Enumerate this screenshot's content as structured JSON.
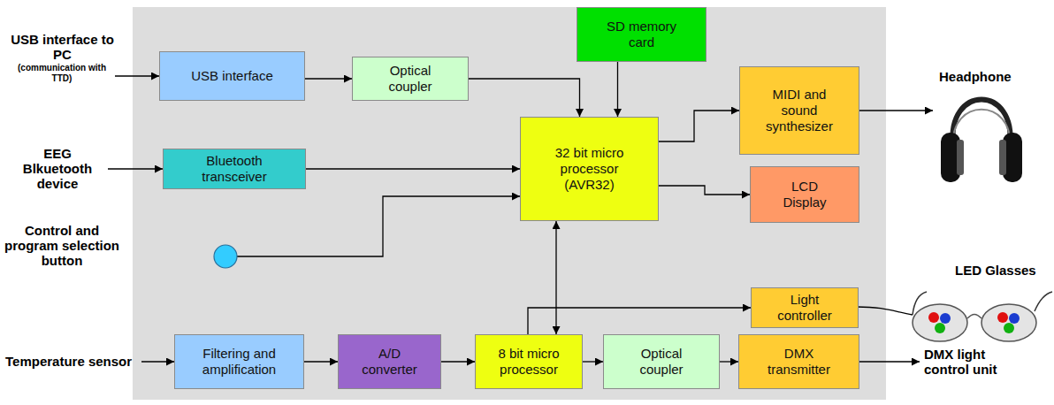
{
  "diagram": {
    "nodes": [
      {
        "text": [
          "USB interface"
        ]
      },
      {
        "text": [
          "Optical coupler"
        ]
      },
      {
        "text": [
          "SD memory card"
        ]
      },
      {
        "text": [
          "32 bit micro processor (AVR32)"
        ]
      },
      {
        "text": [
          "MIDI and sound synthesizer"
        ]
      },
      {
        "text": [
          "Bluetooth transceiver"
        ]
      },
      {
        "text": [
          "LCD Display"
        ]
      },
      {
        "text": [
          "Light controller"
        ]
      },
      {
        "text": [
          "Filtering and amplification"
        ]
      },
      {
        "text": [
          "A/D converter"
        ]
      },
      {
        "text": [
          "8 bit micro processor"
        ]
      },
      {
        "text": [
          "Optical coupler"
        ]
      },
      {
        "text": [
          "DMX transmitter"
        ]
      }
    ],
    "edges": [
      {
        "from": 0,
        "to": 1,
        "arrow": "to"
      },
      {
        "from": 1,
        "to": 3,
        "arrow": "to"
      },
      {
        "from": 2,
        "to": 3,
        "arrow": "to"
      },
      {
        "from": 5,
        "to": 3,
        "arrow": "to"
      },
      {
        "from": 3,
        "to": 4,
        "arrow": "to"
      },
      {
        "from": 3,
        "to": 6,
        "arrow": "to"
      },
      {
        "from": 3,
        "to": 10,
        "arrow": "both"
      },
      {
        "from": 10,
        "to": 7,
        "arrow": "to"
      },
      {
        "from": 8,
        "to": 9,
        "arrow": "to"
      },
      {
        "from": 9,
        "to": 10,
        "arrow": "to"
      },
      {
        "from": 10,
        "to": 11,
        "arrow": "to"
      },
      {
        "from": 11,
        "to": 12,
        "arrow": "to"
      }
    ],
    "labels": [
      "USB interface to PC",
      "(communication with TTD)",
      "EEG Blkuetooth device",
      "Control and program selection button",
      "Temperature sensor",
      "Headphone",
      "LED Glasses",
      "DMX light control unit"
    ]
  }
}
